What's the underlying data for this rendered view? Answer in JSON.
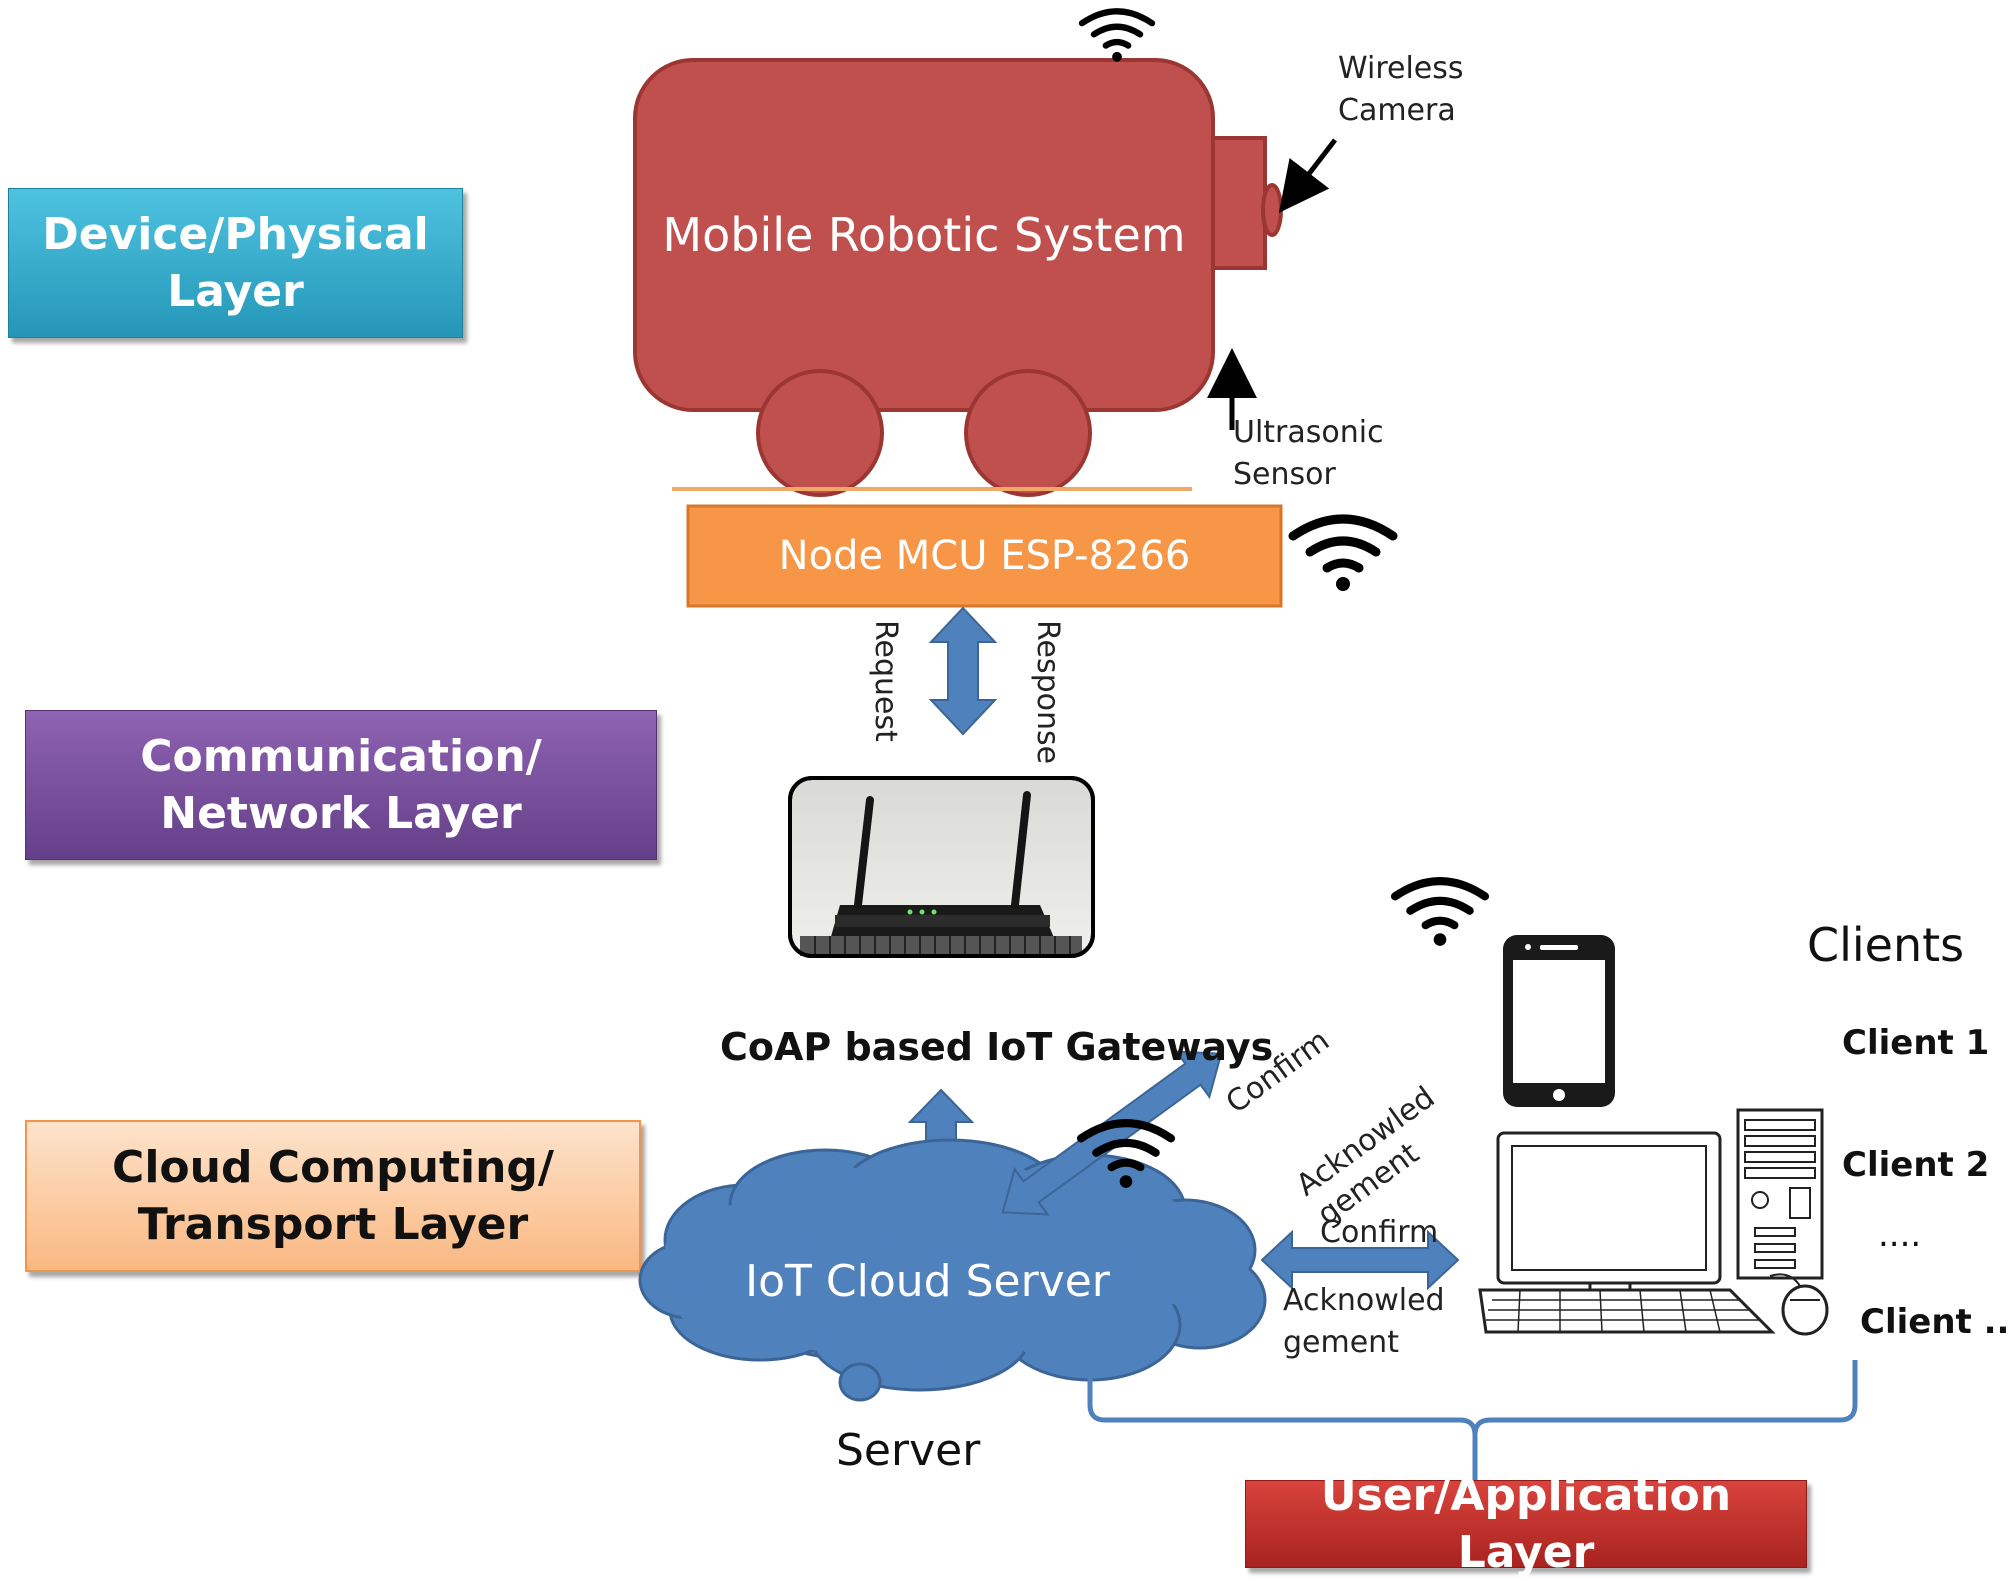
{
  "layers": {
    "device": {
      "line1": "Device/Physical",
      "line2": "Layer"
    },
    "communication": {
      "line1": "Communication/",
      "line2": "Network Layer"
    },
    "cloud": {
      "line1": "Cloud Computing/",
      "line2": "Transport Layer"
    },
    "user": {
      "label": "User/Application  Layer"
    }
  },
  "robot": {
    "title": "Mobile Robotic System",
    "camera_line1": "Wireless",
    "camera_line2": "Camera",
    "sensor_line1": "Ultrasonic",
    "sensor_line2": "Sensor"
  },
  "mcu": {
    "label": "Node MCU ESP-8266",
    "request": "Request",
    "response": "Response"
  },
  "gateway": {
    "label": "CoAP based IoT Gateways"
  },
  "cloud_server": {
    "label": "IoT Cloud Server",
    "server": "Server"
  },
  "links": {
    "upper_confirm": "Confirm",
    "upper_ack_line1": "Acknowled",
    "upper_ack_line2": "gement",
    "lower_confirm": "Confirm",
    "lower_ack_line1": "Acknowled",
    "lower_ack_line2": "gement"
  },
  "clients": {
    "title": "Clients",
    "items": [
      "Client 1",
      "Client 2",
      "....",
      "Client ..n"
    ]
  },
  "colors": {
    "device": "#31a9cf",
    "communication": "#7c519f",
    "cloud": "#fbc79a",
    "user": "#c0302b",
    "robot": "#c0504d",
    "mcu": "#f79646",
    "arrow": "#4f81bd"
  },
  "icons": [
    "wifi-icon",
    "smartphone-icon",
    "desktop-computer-icon",
    "router-photo"
  ]
}
